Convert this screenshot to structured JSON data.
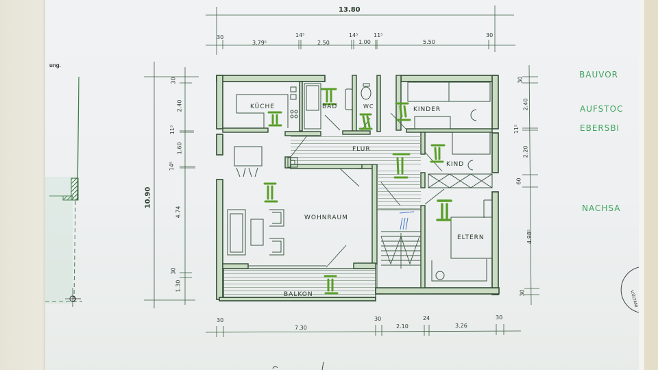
{
  "document": {
    "type": "architectural floor plan",
    "scale_unit": "m",
    "side_note_fragment": "ung."
  },
  "rooms": [
    {
      "id": "kueche",
      "label": "KÜCHE"
    },
    {
      "id": "bad",
      "label": "BAD"
    },
    {
      "id": "wc",
      "label": "WC"
    },
    {
      "id": "kinder",
      "label": "KINDER"
    },
    {
      "id": "flur",
      "label": "FLUR"
    },
    {
      "id": "kind",
      "label": "KIND"
    },
    {
      "id": "wohnraum",
      "label": "WOHNRAUM"
    },
    {
      "id": "eltern",
      "label": "ELTERN"
    },
    {
      "id": "balkon",
      "label": "BALKON"
    }
  ],
  "dimensions": {
    "top_overall": "13.80",
    "top_segments": [
      "30",
      "3.79⁵",
      "14⁵",
      "2.50",
      "14⁵",
      "1.00",
      "11⁵",
      "5.50",
      "30"
    ],
    "left_overall": "10.90",
    "left_segments": [
      "30",
      "2.40",
      "11⁵",
      "1.60",
      "14⁵",
      "4.74",
      "30",
      "1.30"
    ],
    "right_segments": [
      "30",
      "2.40",
      "11⁵",
      "2.20",
      "60",
      "4.98⁵",
      "30"
    ],
    "bottom_segments": [
      "30",
      "7.30",
      "30",
      "2.10",
      "24",
      "3.26",
      "30"
    ]
  },
  "annotations": {
    "floor_markers": [
      {
        "room": "kueche",
        "text": "II"
      },
      {
        "room": "bad",
        "text": "II"
      },
      {
        "room": "wc",
        "text": "II"
      },
      {
        "room": "kinder",
        "text": "II"
      },
      {
        "room": "flur",
        "text": "II"
      },
      {
        "room": "kind",
        "text": "II"
      },
      {
        "room": "wohnraum",
        "text": "II"
      },
      {
        "room": "eltern",
        "text": "II"
      },
      {
        "room": "balkon",
        "text": "II"
      }
    ],
    "stair_marker": "III",
    "handwritten_right": [
      "BAUVOR",
      "AUFSTOC",
      "EBERSBI",
      "NACHSA"
    ],
    "stamp_text": "V.ÜLTANI"
  },
  "colors": {
    "paper": "#eff1f2",
    "wall_fill": "#c9dcc2",
    "line": "#2f4a33",
    "marker_green": "#5a9e2a",
    "hand_green": "#3fa35e",
    "pen_blue": "#4a7ac8"
  }
}
